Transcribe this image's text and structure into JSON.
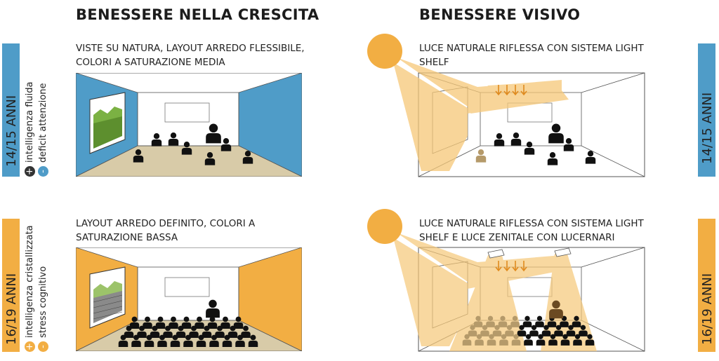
{
  "headings": {
    "left": "BENESSERE NELLA CRESCITA",
    "right": "BENESSERE VISIVO"
  },
  "captions": {
    "top_left": [
      "VISTE SU NATURA, LAYOUT ARREDO FLESSIBILE,",
      "COLORI A SATURAZIONE MEDIA"
    ],
    "top_right": [
      "LUCE NATURALE RIFLESSA CON SISTEMA LIGHT",
      "SHELF"
    ],
    "bottom_left": [
      "LAYOUT ARREDO DEFINITO, COLORI A",
      "SATURAZIONE BASSA"
    ],
    "bottom_right": [
      "LUCE NATURALE RIFLESSA CON SISTEMA LIGHT",
      "SHELF E LUCE ZENITALE CON LUCERNARI"
    ]
  },
  "age_groups": {
    "top": {
      "label": "14/15 ANNI",
      "color": "#4f9cc8",
      "plus_symbol": "+",
      "minus_symbol": "-",
      "plus_text": "intelligenza fluida",
      "minus_text": "deficit attenzione"
    },
    "bottom": {
      "label": "16/19 ANNI",
      "color": "#f2ae43",
      "plus_symbol": "+",
      "minus_symbol": "-",
      "plus_text": "intelligenza cristallizzata",
      "minus_text": "stress cognitivo"
    }
  },
  "colors": {
    "blue": "#4f9cc8",
    "orange": "#f2ae43",
    "floor": "#d8cba8",
    "sun": "#f2ae43",
    "light": "#f6c878",
    "nature": "#7bb143"
  },
  "icons": {
    "sun": "sun-icon",
    "arrows": "light-arrow-icon",
    "person": "person-icon",
    "window": "nature-window-icon"
  }
}
